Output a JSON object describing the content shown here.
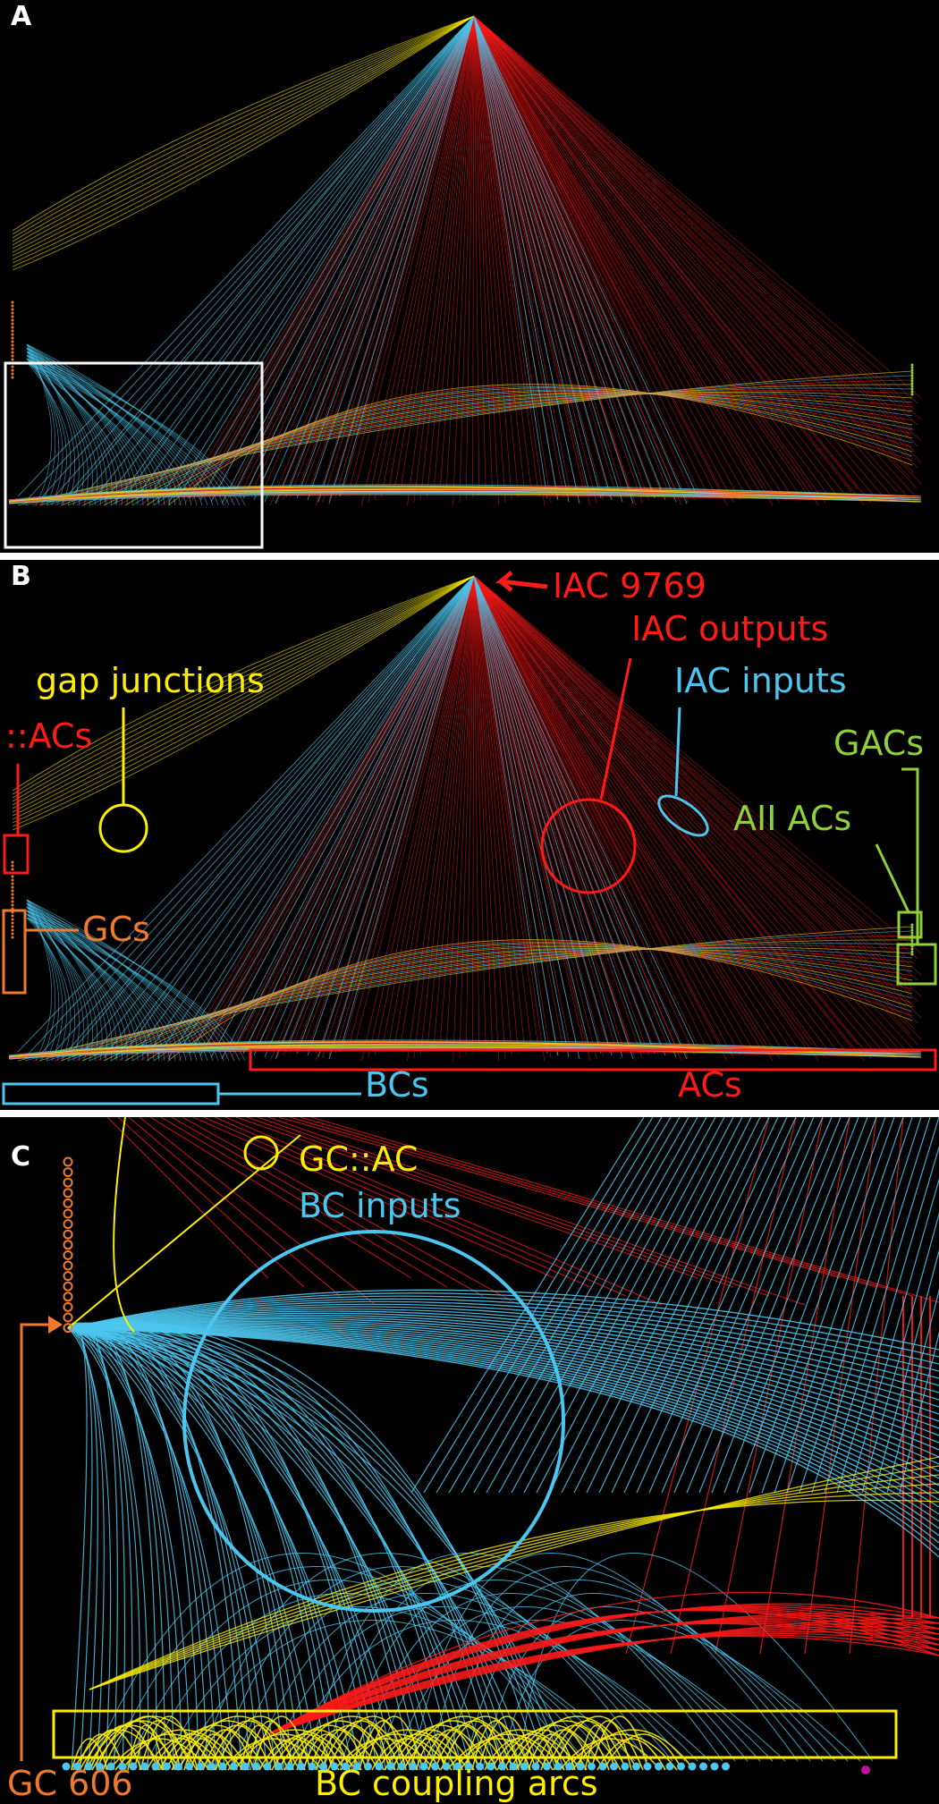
{
  "colors": {
    "ac": "#ff1a1a",
    "bc": "#4cc6ee",
    "gap": "#ffee00",
    "gc": "#f0792b",
    "gac": "#8fcf3a",
    "white": "#ffffff",
    "magenta": "#c20fa0"
  },
  "panels": {
    "a": {
      "letter": "A"
    },
    "b": {
      "letter": "B",
      "labels": {
        "iac": "IAC 9769",
        "iac_outputs": "IAC outputs",
        "iac_inputs": "IAC inputs",
        "gap_junctions": "gap junctions",
        "acs": "::ACs",
        "gacs": "GACs",
        "aii_acs": "AII ACs",
        "gcs": "GCs",
        "bcs": "BCs",
        "acs_bottom": "ACs"
      }
    },
    "c": {
      "letter": "C",
      "labels": {
        "gc_ac": "GC::AC",
        "bc_inputs": "BC inputs",
        "gc": "GC 606",
        "bc_coupling": "BC coupling arcs"
      }
    }
  }
}
